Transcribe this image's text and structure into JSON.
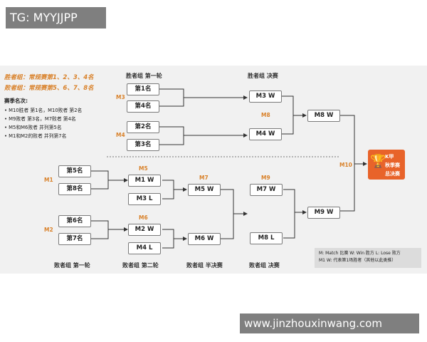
{
  "watermarks": {
    "top": "TG: MYYJJPP",
    "bottom": "www.jinzhouxinwang.com"
  },
  "notes": {
    "winners_line": "胜者组：常规赛第1、2、3、4名",
    "losers_line": "败者组：常规赛第5、6、7、8名",
    "rules_title": "赛季名次:",
    "rules": [
      "• M10胜者 第1名，M10败者 第2名",
      "• M9败者 第3名，M7败者 第4名",
      "• M5和M6败者 并列第5名",
      "• M1和M2的败者 并列第7名"
    ]
  },
  "columns": {
    "winners_r1": "胜者组 第一轮",
    "winners_final": "胜者组 决赛",
    "losers_r1": "败者组 第一轮",
    "losers_r2": "败者组 第二轮",
    "losers_semi": "败者组 半决赛",
    "losers_final": "败者组 决赛"
  },
  "match_tags": {
    "m1": "M1",
    "m2": "M2",
    "m3": "M3",
    "m4": "M4",
    "m5": "M5",
    "m6": "M6",
    "m7": "M7",
    "m8": "M8",
    "m9": "M9",
    "m10": "M10"
  },
  "boxes": {
    "w1": "第1名",
    "w4": "第4名",
    "w2": "第2名",
    "w3": "第3名",
    "m3w": "M3 W",
    "m4w": "M4 W",
    "m8w": "M8 W",
    "l5": "第5名",
    "l8": "第8名",
    "l6": "第6名",
    "l7": "第7名",
    "m1w": "M1 W",
    "m3l": "M3 L",
    "m2w": "M2 W",
    "m4l": "M4 L",
    "m5w": "M5 W",
    "m6w": "M6 W",
    "m7w": "M7 W",
    "m8l": "M8 L",
    "m9w": "M9 W"
  },
  "trophy": {
    "line1": "K甲",
    "line2": "秋季赛",
    "line3": "总决赛",
    "icon": "trophy-icon"
  },
  "legend": {
    "line1": "M:  Match 比赛     W:  Win 胜方     L:  Lose 败方",
    "line2": "M1 W:  代表第1场胜者（其他以此类推）"
  },
  "colors": {
    "accent": "#d9822b",
    "trophy": "#e8632a",
    "line": "#333333"
  }
}
